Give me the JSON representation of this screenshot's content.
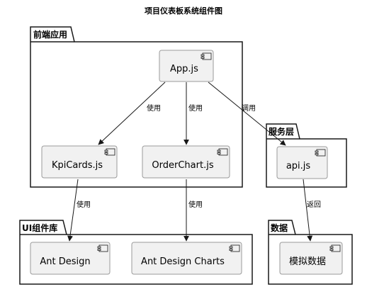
{
  "title": "项目仪表板系统组件图",
  "packages": {
    "frontend": "前端应用",
    "services": "服务层",
    "ui_lib": "UI组件库",
    "data": "数据"
  },
  "components": {
    "app": "App.js",
    "kpi": "KpiCards.js",
    "order": "OrderChart.js",
    "api": "api.js",
    "antd": "Ant Design",
    "antcharts": "Ant Design Charts",
    "mock": "模拟数据"
  },
  "edges": {
    "app_kpi": "使用",
    "app_order": "使用",
    "app_api": "调用",
    "kpi_antd": "使用",
    "order_charts": "使用",
    "api_mock": "返回"
  },
  "colors": {
    "package_fill": "#ffffff",
    "component_fill": "#f1f1f1",
    "border": "#181818",
    "component_border": "#9a9a9a"
  }
}
